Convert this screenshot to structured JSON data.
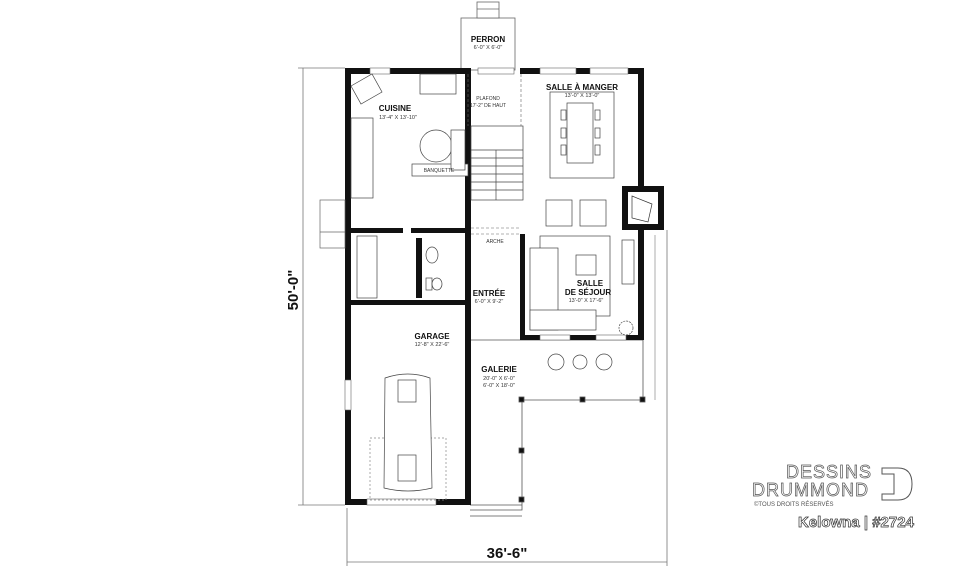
{
  "plan": {
    "dimensions": {
      "height": "50'-0\"",
      "width": "36'-6\""
    },
    "rooms": {
      "perron": {
        "name": "PERRON",
        "size": "6'-0\" X 6'-0\""
      },
      "cuisine": {
        "name": "CUISINE",
        "size": "13'-4\" X 13'-10\""
      },
      "plafond": {
        "line1": "PLAFOND",
        "line2": "17'-2\" DE HAUT"
      },
      "salle_a_manger": {
        "name": "SALLE À MANGER",
        "size": "13'-0\" X 13'-0\""
      },
      "banquette": {
        "name": "BANQUETTE"
      },
      "salle_de_sejour": {
        "line1": "SALLE",
        "line2": "DE SÉJOUR",
        "size": "13'-0\" X 17'-6\""
      },
      "entree": {
        "name": "ENTRÉE",
        "size": "6'-0\" X 9'-2\""
      },
      "garage": {
        "name": "GARAGE",
        "size": "12'-8\" X 22'-6\""
      },
      "galerie": {
        "name": "GALERIE",
        "size1": "20'-0\" X 6'-0\"",
        "size2": "6'-0\" X 18'-0\""
      }
    },
    "labels": {
      "arche": "ARCHE"
    }
  },
  "brand": {
    "line1": "DESSINS",
    "line2": "DRUMMOND",
    "rights": "©TOUS DROITS RÉSERVÉS",
    "model": "Kelowna | #2724"
  }
}
